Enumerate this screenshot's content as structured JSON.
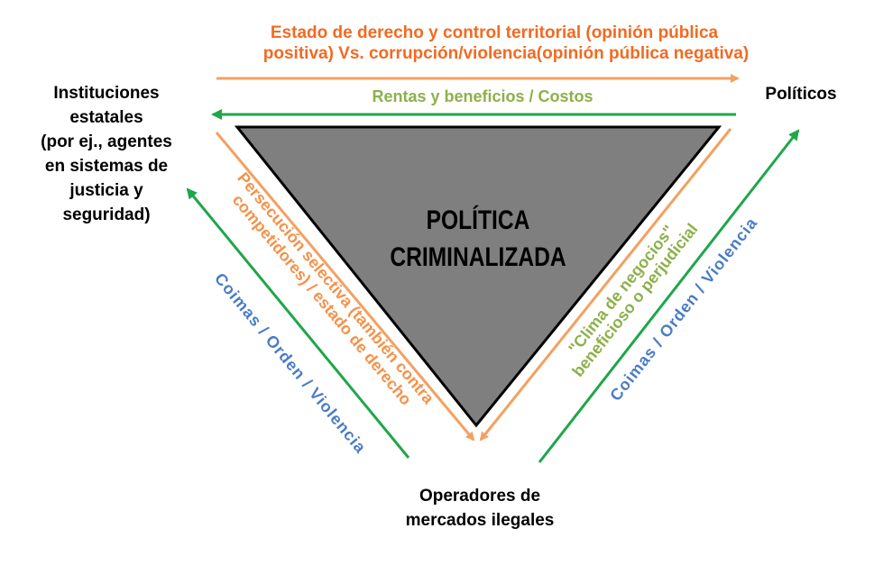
{
  "top_label": {
    "line1": "Estado de derecho y control territorial (opinión pública",
    "line2": "positiva) Vs. corrupción/violencia(opinión pública negativa)"
  },
  "green_top_label": "Rentas y beneficios / Costos",
  "nodes": {
    "left": [
      "Instituciones",
      "estatales",
      "(por ej., agentes",
      "en sistemas de",
      "justicia y",
      "seguridad)"
    ],
    "right": "Políticos",
    "bottom": [
      "Operadores de",
      "mercados ilegales"
    ]
  },
  "center": [
    "POLÍTICA",
    "CRIMINALIZADA"
  ],
  "left_orange_label": [
    "Persecución selectiva (también contra",
    "competidores) / estado de derecho"
  ],
  "left_blue_label": "Coimas / Orden / Violencia",
  "right_green_label": [
    "\"Clima de negocios\"",
    "beneficioso o perjudicial"
  ],
  "right_blue_label": "Coimas / Orden / Violencia",
  "colors": {
    "orange_text": "#f26a21",
    "orange_arrow": "#f4a060",
    "green_arrow": "#1fa64a",
    "green_text": "#8db04a",
    "blue_text": "#4a7cc4",
    "triangle": "#7f7f7f"
  }
}
